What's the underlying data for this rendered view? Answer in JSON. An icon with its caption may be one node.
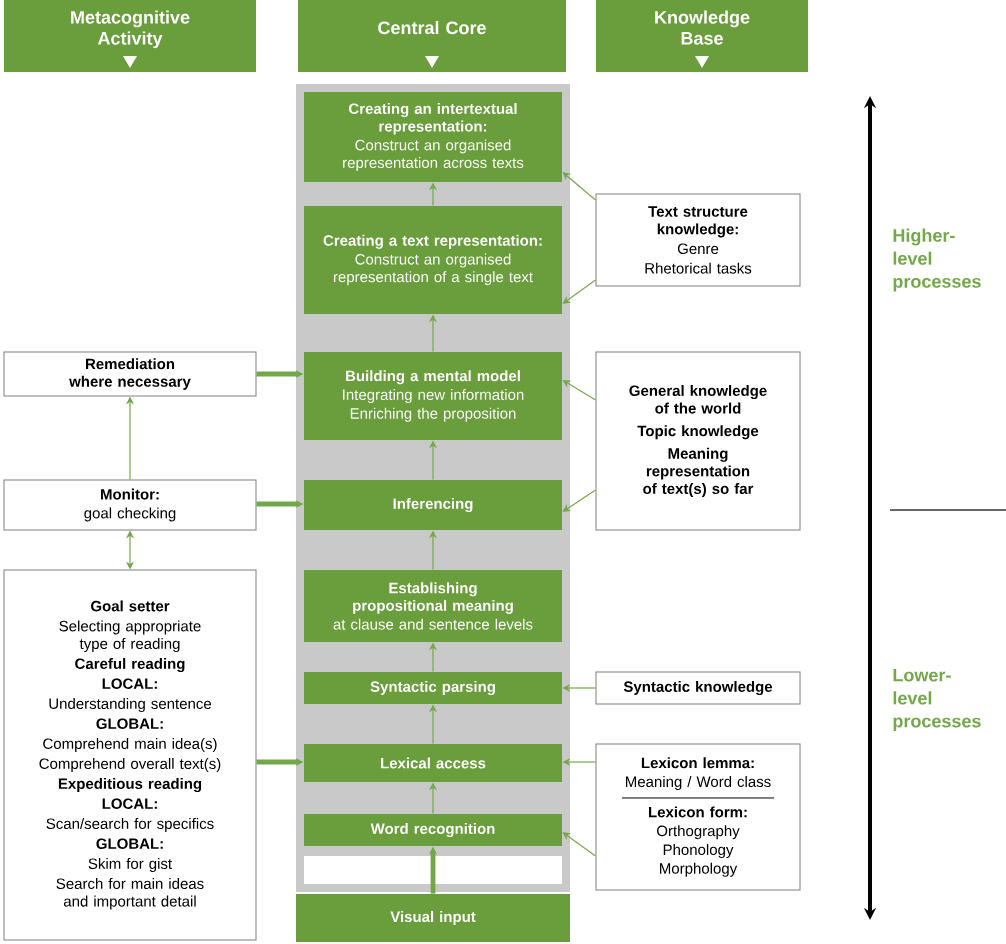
{
  "diagram": {
    "nodes": [
      {
        "text": [
          "Metacognitive Activity"
        ]
      },
      {
        "text": [
          "Central Core"
        ]
      },
      {
        "text": [
          "Knowledge Base"
        ]
      },
      {
        "text": [],
        "shape": "box"
      },
      {
        "text": [
          "Creating an intertextual representation:",
          "Construct an organised representation across texts"
        ],
        "in": 3
      },
      {
        "text": [
          "Creating a text representation:",
          "Construct an organised representation of a single text"
        ],
        "in": 3
      },
      {
        "text": [
          "Building a mental model",
          "Integrating new information",
          "Enriching the proposition"
        ],
        "in": 3
      },
      {
        "text": [
          "Inferencing"
        ],
        "in": 3
      },
      {
        "text": [
          "Establishing propositional meaning",
          "at clause and sentence levels"
        ],
        "in": 3
      },
      {
        "text": [
          "Syntactic parsing"
        ],
        "in": 3
      },
      {
        "text": [
          "Lexical access"
        ],
        "in": 3
      },
      {
        "text": [
          "Word recognition"
        ],
        "in": 3
      },
      {
        "text": [
          "Visual input"
        ]
      },
      {
        "text": [
          "Remediation where necessary"
        ]
      },
      {
        "text": [
          "Monitor:",
          "goal checking"
        ]
      },
      {
        "text": [
          "Goal setter",
          "Selecting appropriate type of reading",
          "Careful reading",
          "LOCAL:",
          "Understanding sentence",
          "GLOBAL:",
          "Comprehend main idea(s)",
          "Comprehend overall text(s)",
          "Expeditious reading",
          "LOCAL:",
          "Scan/search for specifics",
          "GLOBAL:",
          "Skim for gist",
          "Search for main ideas and important detail"
        ]
      },
      {
        "text": [
          "Text structure knowledge:",
          "Genre",
          "Rhetorical tasks"
        ]
      },
      {
        "text": [
          "General knowledge of the world",
          "Topic knowledge",
          "Meaning representation of text(s) so far"
        ]
      },
      {
        "text": [
          "Syntactic knowledge"
        ]
      },
      {
        "text": [
          "Lexicon lemma:",
          "Meaning / Word class",
          "Lexicon form:",
          "Orthography",
          "Phonology",
          "Morphology"
        ]
      }
    ],
    "edges": [
      {
        "from": 5,
        "to": 4,
        "arrow": "to"
      },
      {
        "from": 6,
        "to": 5,
        "arrow": "to"
      },
      {
        "from": 7,
        "to": 6,
        "arrow": "to"
      },
      {
        "from": 8,
        "to": 7,
        "arrow": "to"
      },
      {
        "from": 9,
        "to": 8,
        "arrow": "to"
      },
      {
        "from": 10,
        "to": 9,
        "arrow": "to"
      },
      {
        "from": 11,
        "to": 10,
        "arrow": "to"
      },
      {
        "from": 12,
        "to": 11,
        "arrow": "to",
        "style": "thick"
      },
      {
        "from": 13,
        "to": 6,
        "arrow": "to",
        "style": "thick"
      },
      {
        "from": 14,
        "to": 7,
        "arrow": "to",
        "style": "thick"
      },
      {
        "from": 15,
        "to": 10,
        "arrow": "to",
        "style": "thick"
      },
      {
        "from": 14,
        "to": 13,
        "arrow": "to"
      },
      {
        "from": 14,
        "to": 15,
        "arrow": "both"
      },
      {
        "from": 16,
        "to": 4,
        "arrow": "to"
      },
      {
        "from": 16,
        "to": 5,
        "arrow": "to"
      },
      {
        "from": 17,
        "to": 6,
        "arrow": "to"
      },
      {
        "from": 17,
        "to": 7,
        "arrow": "to"
      },
      {
        "from": 18,
        "to": 9,
        "arrow": "to"
      },
      {
        "from": 19,
        "to": 10,
        "arrow": "to"
      },
      {
        "from": 19,
        "to": 11,
        "arrow": "to"
      }
    ],
    "labels": [
      "Higher-level processes",
      "Lower-level processes"
    ]
  }
}
